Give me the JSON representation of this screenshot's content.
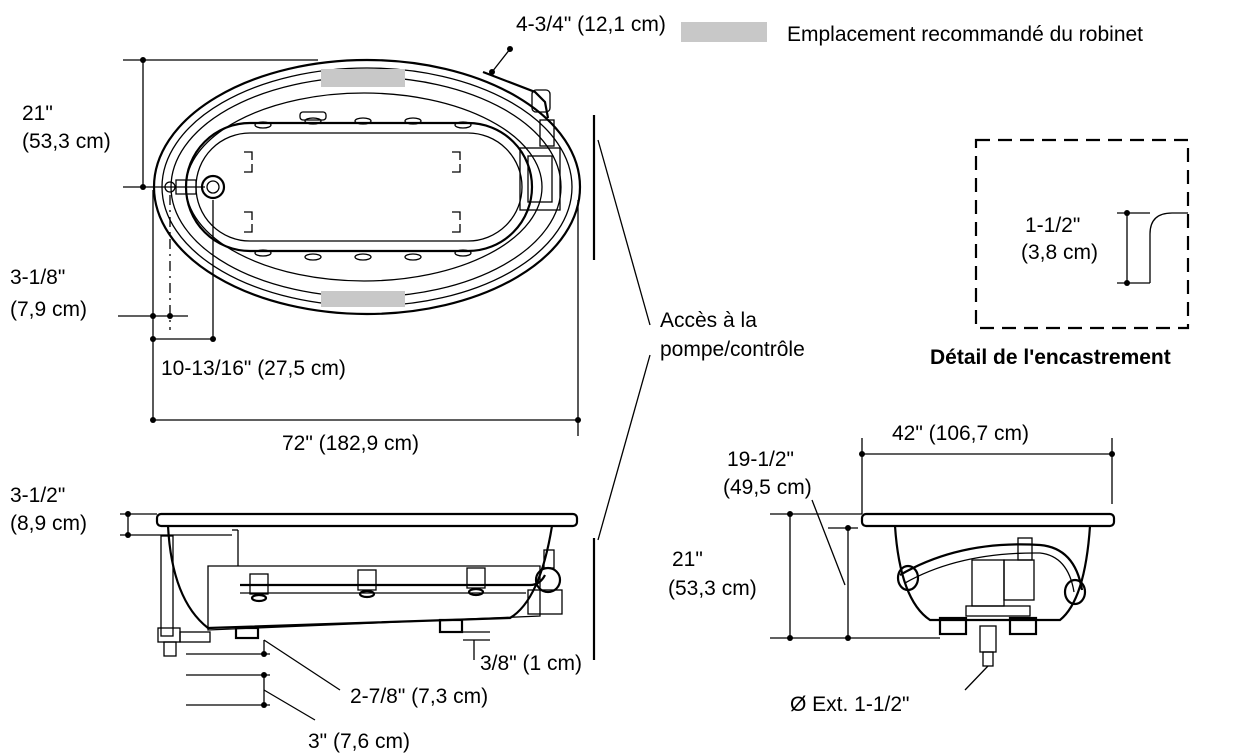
{
  "legend": {
    "swatch_color": "#c8c8c8",
    "text": "Emplacement recommandé du robinet"
  },
  "top_view": {
    "dim_faucet_offset": "4-3/4\" (12,1 cm)",
    "dim_width_half_in": "21\"",
    "dim_width_half_cm": "(53,3 cm)",
    "dim_drain_offset_in": "3-1/8\"",
    "dim_drain_offset_cm": "(7,9 cm)",
    "dim_drain_center": "10-13/16\" (27,5 cm)",
    "dim_length": "72\" (182,9 cm)"
  },
  "access_label": {
    "line1": "Accès à la",
    "line2": "pompe/contrôle"
  },
  "recess_detail": {
    "dim_in": "1-1/2\"",
    "dim_cm": "(3,8 cm)",
    "title": "Détail de l'encastrement"
  },
  "side_view": {
    "dim_rim_in": "3-1/2\"",
    "dim_rim_cm": "(8,9 cm)",
    "dim_foot": "3/8\" (1 cm)",
    "dim_drain_depth": "2-7/8\" (7,3 cm)",
    "dim_drain_height": "3\" (7,6 cm)"
  },
  "end_view": {
    "dim_width": "42\" (106,7 cm)",
    "dim_depth_in": "19-1/2\"",
    "dim_depth_cm": "(49,5 cm)",
    "dim_height_in": "21\"",
    "dim_height_cm": "(53,3 cm)",
    "dim_drain_dia": "Ø Ext. 1-1/2\""
  }
}
